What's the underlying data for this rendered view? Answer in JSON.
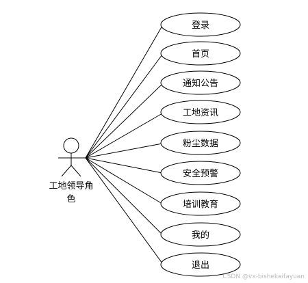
{
  "actor": {
    "label_line1": "工地领导角",
    "label_line2": "色"
  },
  "use_cases": [
    {
      "label": "登录"
    },
    {
      "label": "首页"
    },
    {
      "label": "通知公告"
    },
    {
      "label": "工地资讯"
    },
    {
      "label": "粉尘数据"
    },
    {
      "label": "安全预警"
    },
    {
      "label": "培训教育"
    },
    {
      "label": "我的"
    },
    {
      "label": "退出"
    }
  ],
  "watermark": "CSDN @vx-bishekaifayuan",
  "colors": {
    "stroke": "#000000",
    "ellipse_fill": "#ffffff",
    "watermark": "#bdbdbd"
  }
}
